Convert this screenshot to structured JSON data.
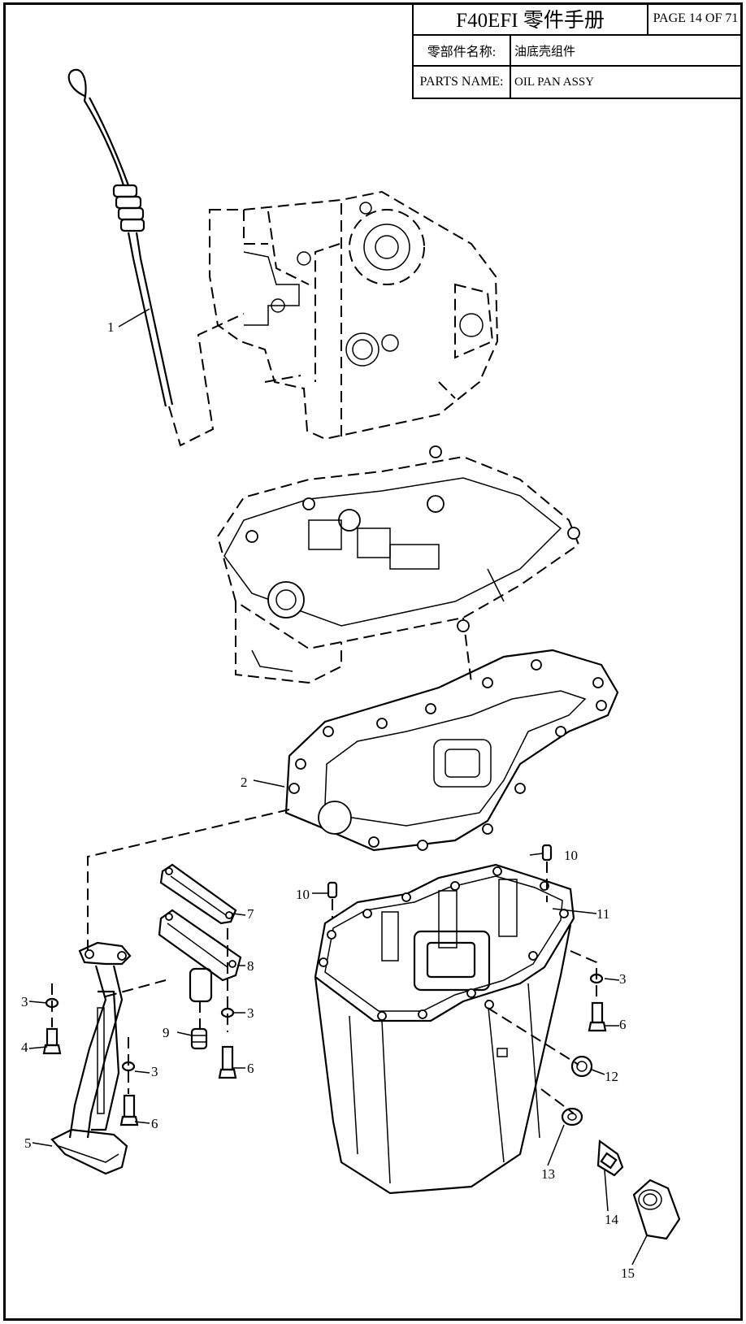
{
  "title_block": {
    "title": "F40EFI 零件手册",
    "page": "PAGE 14 OF 71",
    "part_name_label_cn": "零部件名称:",
    "part_name_cn": "油底壳组件",
    "part_name_label_en": "PARTS NAME:",
    "part_name_en": "OIL PAN ASSY"
  },
  "callouts": [
    {
      "number": "1",
      "part": "dipstick"
    },
    {
      "number": "2",
      "part": "gasket"
    },
    {
      "number": "3",
      "part": "washer"
    },
    {
      "number": "3",
      "part": "washer"
    },
    {
      "number": "3",
      "part": "washer"
    },
    {
      "number": "3",
      "part": "washer"
    },
    {
      "number": "4",
      "part": "bolt"
    },
    {
      "number": "5",
      "part": "oil-strainer-pipe"
    },
    {
      "number": "6",
      "part": "bolt"
    },
    {
      "number": "6",
      "part": "bolt"
    },
    {
      "number": "6",
      "part": "bolt"
    },
    {
      "number": "7",
      "part": "gasket"
    },
    {
      "number": "8",
      "part": "plate"
    },
    {
      "number": "9",
      "part": "grommet"
    },
    {
      "number": "10",
      "part": "dowel-pin"
    },
    {
      "number": "10",
      "part": "dowel-pin"
    },
    {
      "number": "11",
      "part": "oil-pan"
    },
    {
      "number": "12",
      "part": "plug"
    },
    {
      "number": "13",
      "part": "gasket"
    },
    {
      "number": "14",
      "part": "drain-bolt"
    },
    {
      "number": "15",
      "part": "cap"
    }
  ]
}
